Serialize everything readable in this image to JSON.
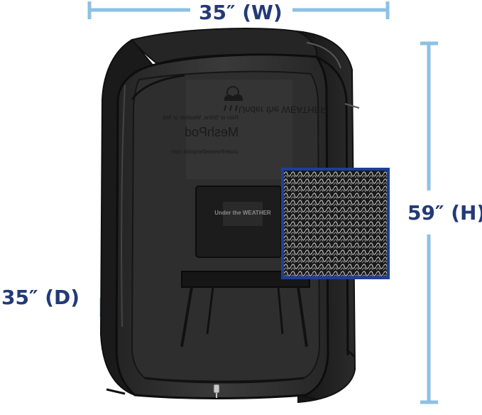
{
  "dimensions": {
    "width_label": "35″ (W)",
    "height_label": "59″ (H)",
    "depth_label": "35″ (D)"
  },
  "product": {
    "brand_text_back": "Under the WEATHER",
    "brand_tagline_back": "Rain or Shine, Weather or Not",
    "model_text_back": "MeshPod",
    "url_text_back": "undertheweatherpods.com",
    "chair_brand_text": "Under the WEATHER"
  },
  "colors": {
    "dimension_line": "#8cc1e4",
    "dimension_text": "#233a78",
    "tent_frame": "#1b1b1b",
    "mesh_dark": "#2a2a2a",
    "inset_border": "#1d3f9a"
  },
  "icons": {
    "zipper": "zipper-pull-icon",
    "logo": "cloud-sun-logo-icon"
  }
}
